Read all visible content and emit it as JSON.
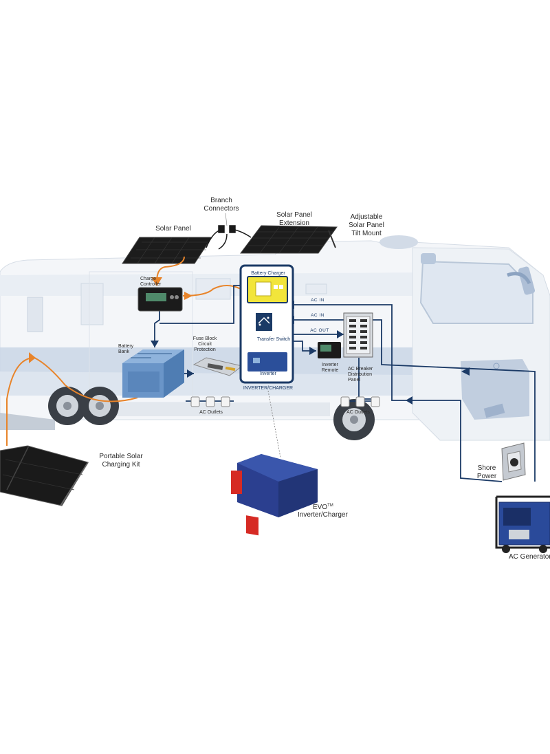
{
  "labels": {
    "branch_connectors": [
      "Branch",
      "Connectors"
    ],
    "solar_panel": "Solar Panel",
    "solar_panel_extension": [
      "Solar Panel",
      "Extension"
    ],
    "tilt_mount": [
      "Adjustable",
      "Solar Panel",
      "Tilt Mount"
    ],
    "charge_controller": [
      "Charge",
      "Controller"
    ],
    "battery_bank": [
      "Battery",
      "Bank"
    ],
    "fuse_block": [
      "Fuse Block",
      "Circuit",
      "Protection"
    ],
    "battery_charger": "Battery Charger",
    "transfer_switch": "Transfer Switch",
    "inverter": "Inverter",
    "inverter_charger": "INVERTER/CHARGER",
    "ac_in_1": "AC IN",
    "ac_in_2": "AC IN",
    "ac_out": "AC OUT",
    "inverter_remote": [
      "Inverter",
      "Remote"
    ],
    "ac_breaker": [
      "AC Breaker",
      "Distribution",
      "Panel"
    ],
    "ac_outlets_left": "AC Outlets",
    "ac_outlets_right": "AC Outlets",
    "portable_solar": [
      "Portable Solar",
      "Charging Kit"
    ],
    "evo_brand": "EVO",
    "evo_tm": "TM",
    "evo_product": "Inverter/Charger",
    "shore_power": [
      "Shore",
      "Power"
    ],
    "ac_generator": "AC Generator"
  },
  "colors": {
    "dc_line": "#e8842a",
    "ac_line": "#1b3a66",
    "rv_body": "#eef1f5",
    "rv_stripe": "#c9d6e6",
    "rv_accent": "#aebfd6",
    "panel_dark": "#1c1c1c",
    "charger_yellow": "#f2e53b",
    "evo_blue": "#2b3f8f",
    "evo_red": "#d62a24",
    "generator_blue": "#2a4a9a"
  }
}
